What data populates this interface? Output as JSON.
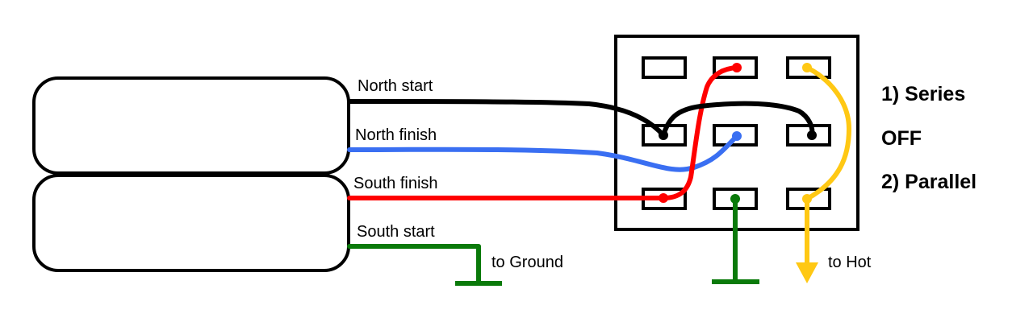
{
  "colors": {
    "north_start": "#000000",
    "north_finish": "#3a6ff2",
    "south_finish": "#ff0000",
    "south_start": "#0a7a0a",
    "hot": "#ffc814"
  },
  "pickup": {
    "north_start_label": "North start",
    "north_finish_label": "North finish",
    "south_finish_label": "South finish",
    "south_start_label": "South start"
  },
  "connections": {
    "ground_label": "to Ground",
    "hot_label": "to Hot"
  },
  "switch": {
    "positions": [
      "1) Series",
      "OFF",
      "2) Parallel"
    ]
  }
}
